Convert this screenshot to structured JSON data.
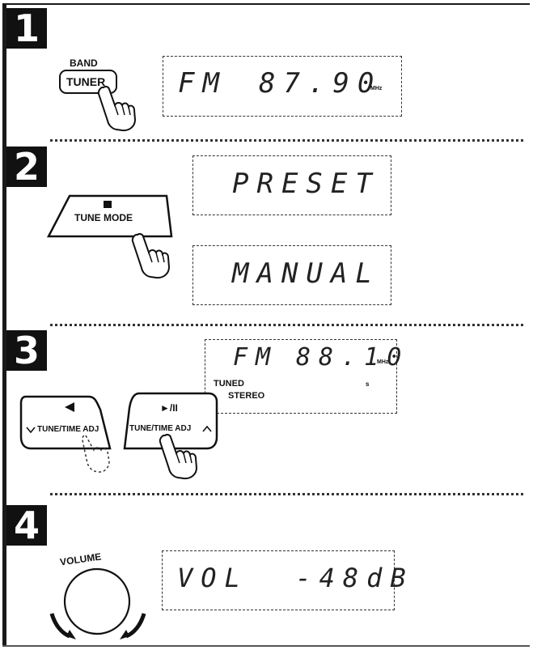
{
  "steps": [
    {
      "number": "1"
    },
    {
      "number": "2"
    },
    {
      "number": "3"
    },
    {
      "number": "4"
    }
  ],
  "step1": {
    "band_label": "BAND",
    "tuner_label": "TUNER",
    "display": {
      "band": "FM",
      "freq": "87.90",
      "unit": "MHz"
    }
  },
  "step2": {
    "tune_mode_label": "TUNE MODE",
    "display_preset": "PRESET",
    "display_manual": "MANUAL"
  },
  "step3": {
    "left_button_label": "TUNE/TIME ADJ",
    "right_button_label": "TUNE/TIME ADJ",
    "right_button_symbol": "►/II",
    "display": {
      "band": "FM",
      "freq": "88.10",
      "unit": "MHz",
      "tuned": "TUNED",
      "stereo": "STEREO",
      "marker": "s"
    }
  },
  "step4": {
    "volume_label": "VOLUME",
    "display": "VOL  -48dB"
  }
}
